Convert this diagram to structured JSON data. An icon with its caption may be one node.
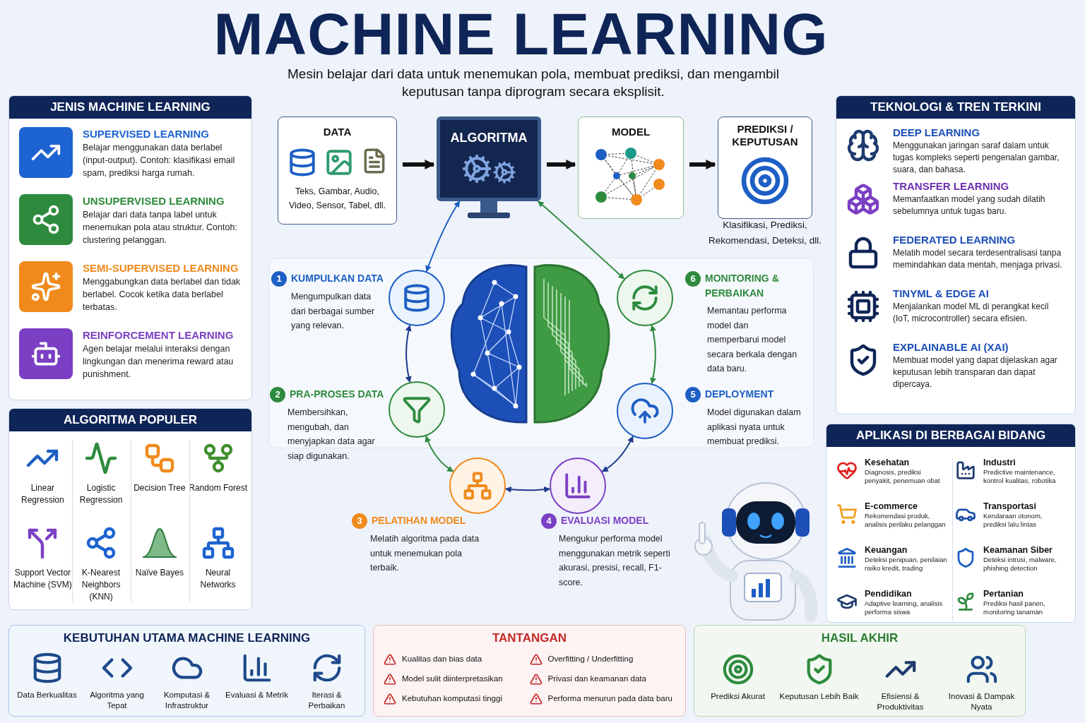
{
  "diagram": {
    "title": "MACHINE LEARNING",
    "nodes": [
      {
        "text": [
          "JENIS MACHINE LEARNING",
          "SUPERVISED LEARNING",
          "Belajar menggunakan data berlabel (input-output). Contoh: klasifikasi email spam, prediksi harga rumah.",
          "UNSUPERVISED LEARNING",
          "Belajar dari data tanpa label untuk menemukan pola atau struktur. Contoh: clustering pelanggan.",
          "SEMI-SUPERVISED LEARNING",
          "Menggabungkan data berlabel dan tidak berlabel. Cocok ketika data berlabel terbatas.",
          "REINFORCEMENT LEARNING",
          "Agen belajar melalui interaksi dengan lingkungan dan menerima reward atau punishment."
        ]
      },
      {
        "text": [
          "ALGORITMA POPULER",
          "Linear Regression",
          "Logistic Regression",
          "Decision Tree",
          "Random Forest",
          "Support Vector Machine (SVM)",
          "K-Nearest Neighbors (KNN)",
          "Naïve Bayes",
          "Neural Networks"
        ]
      },
      {
        "text": [
          "DATA",
          "Teks, Gambar, Audio, Video, Sensor, Tabel, dll."
        ]
      },
      {
        "text": [
          "ALGORITMA"
        ]
      },
      {
        "text": [
          "MODEL"
        ]
      },
      {
        "text": [
          "PREDIKSI / KEPUTUSAN"
        ],
        "beside": [
          "Klasifikasi, Prediksi, Rekomendasi, Deteksi, dll."
        ]
      },
      {
        "text": [],
        "shape": "circle",
        "beside": [
          "1",
          "KUMPULKAN DATA",
          "Mengumpulkan data dari berbagai sumber yang relevan."
        ]
      },
      {
        "text": [],
        "shape": "circle",
        "beside": [
          "2",
          "PRA-PROSES DATA",
          "Membersihkan, mengubah, dan menyjapkan data agar siap digunakan."
        ]
      },
      {
        "text": [],
        "shape": "circle",
        "beside": [
          "3",
          "PELATIHAN MODEL",
          "Melatih algoritma pada data untuk menemukan pola terbaik."
        ]
      },
      {
        "text": [],
        "shape": "circle",
        "beside": [
          "4",
          "EVALUASI MODEL",
          "Mengukur performa model menggunakan metrik seperti akurasi, presisi, recall, F1-score."
        ]
      },
      {
        "text": [],
        "shape": "circle",
        "beside": [
          "5",
          "DEPLOYMENT",
          "Model digunakan dalam aplikasi nyata untuk membuat prediksi."
        ]
      },
      {
        "text": [],
        "shape": "circle",
        "beside": [
          "6",
          "MONITORING & PERBAIKAN",
          "Memantau performa model dan memperbarui model secara berkala dengan data baru."
        ]
      },
      {
        "text": [
          "TEKNOLOGI & TREN TERKINI",
          "DEEP LEARNING",
          "Menggunakan jaringan saraf dalam untuk tugas kompleks seperti pengenalan gambar, suara, dan bahasa.",
          "TRANSFER LEARNING",
          "Memanfaatkan model yang sudah dilatih sebelumnya untuk tugas baru.",
          "FEDERATED LEARNING",
          "Melatih model secara terdesentralisasi tanpa memindahkan data mentah, menjaga privasi.",
          "TINYML & EDGE AI",
          "Menjalankan model ML di perangkat kecil (IoT, microcontroller) secara efisien.",
          "EXPLAINABLE AI (XAI)",
          "Membuat model yang dapat dijelaskan agar keputusan lebih transparan dan dapat dipercaya."
        ]
      },
      {
        "text": [
          "APLIKASI DI BERBAGAI BIDANG",
          "Kesehatan",
          "Diagnosis, prediksi penyakit, penemuan obat",
          "Industri",
          "Predictive maintenance, kontrol kualitas, robotika",
          "E-commerce",
          "Rekomendasi produk, analisis perilaku pelanggan",
          "Transportasi",
          "Kendaraan otonom, prediksi lalu lintas",
          "Keuangan",
          "Deteksi penipuan, penilaian risiko kredit, trading",
          "Keamanan Siber",
          "Deteksi intrusi, malware, phishing detection",
          "Pendidikan",
          "Adaptive learning, analisis performa siswa",
          "Pertanian",
          "Prediksi hasil panen, monitoring tanaman"
        ]
      },
      {
        "text": [
          "KEBUTUHAN UTAMA MACHINE LEARNING",
          "Data Berkualitas",
          "Algoritma yang Tepat",
          "Komputasi & Infrastruktur",
          "Evaluasi & Metrik",
          "Iterasi & Perbaikan"
        ]
      },
      {
        "text": [
          "TANTANGAN",
          "Kualitas dan bias data",
          "Overfitting / Underfitting",
          "Model sulit diinterpretasikan",
          "Privasi dan keamanan data",
          "Kebutuhan komputasi tinggi",
          "Performa menurun pada data baru"
        ]
      },
      {
        "text": [
          "HASIL AKHIR",
          "Prediksi Akurat",
          "Keputusan Lebih Baik",
          "Efisiensi & Produktivitas",
          "Inovasi & Dampak Nyata"
        ]
      }
    ],
    "edges": [
      {
        "from": 2,
        "to": 3,
        "arrow": "to",
        "style": "thick",
        "color": "#111111"
      },
      {
        "from": 3,
        "to": 4,
        "arrow": "to",
        "style": "thick",
        "color": "#111111"
      },
      {
        "from": 4,
        "to": 5,
        "arrow": "to",
        "style": "thick",
        "color": "#111111"
      },
      {
        "from": 3,
        "to": 6,
        "arrow": "both",
        "color": "#1d5fc4"
      },
      {
        "from": 3,
        "to": 11,
        "arrow": "both",
        "color": "#2e8b3e"
      },
      {
        "from": 6,
        "to": 7,
        "arrow": "both",
        "color": "#1e3a8a"
      },
      {
        "from": 7,
        "to": 8,
        "arrow": "both",
        "color": "#2e8b3e"
      },
      {
        "from": 8,
        "to": 9,
        "arrow": "both",
        "color": "#1e3a8a"
      },
      {
        "from": 9,
        "to": 10,
        "arrow": "both",
        "color": "#1e3a8a"
      },
      {
        "from": 10,
        "to": 11,
        "arrow": "both",
        "color": "#2e8b3e"
      }
    ],
    "labels": [
      "Mesin belajar dari data untuk menemukan pola, membuat prediksi, dan mengambil keputusan tanpa diprogram secara eksplisit."
    ]
  }
}
